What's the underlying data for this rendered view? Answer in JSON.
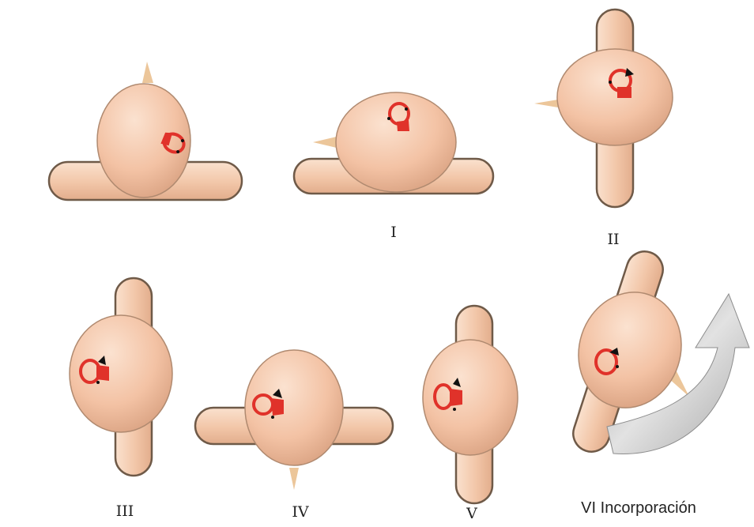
{
  "colors": {
    "body_fill": "#f3c2a4",
    "body_edge": "#a98367",
    "limb_fill": "#f4ceb2",
    "limb_edge": "#6f5a48",
    "spike": "#ecc69a",
    "ring": "#e0322a",
    "arrow_fill": "#b8b8b8"
  },
  "labels": {
    "step1": "I",
    "step2": "II",
    "step3": "III",
    "step4": "IV",
    "step5": "V",
    "step6": "VI Incorporación"
  },
  "icons": {
    "figures": "fetal-position-icon",
    "rotation": "curved-rotation-arrow-icon"
  }
}
